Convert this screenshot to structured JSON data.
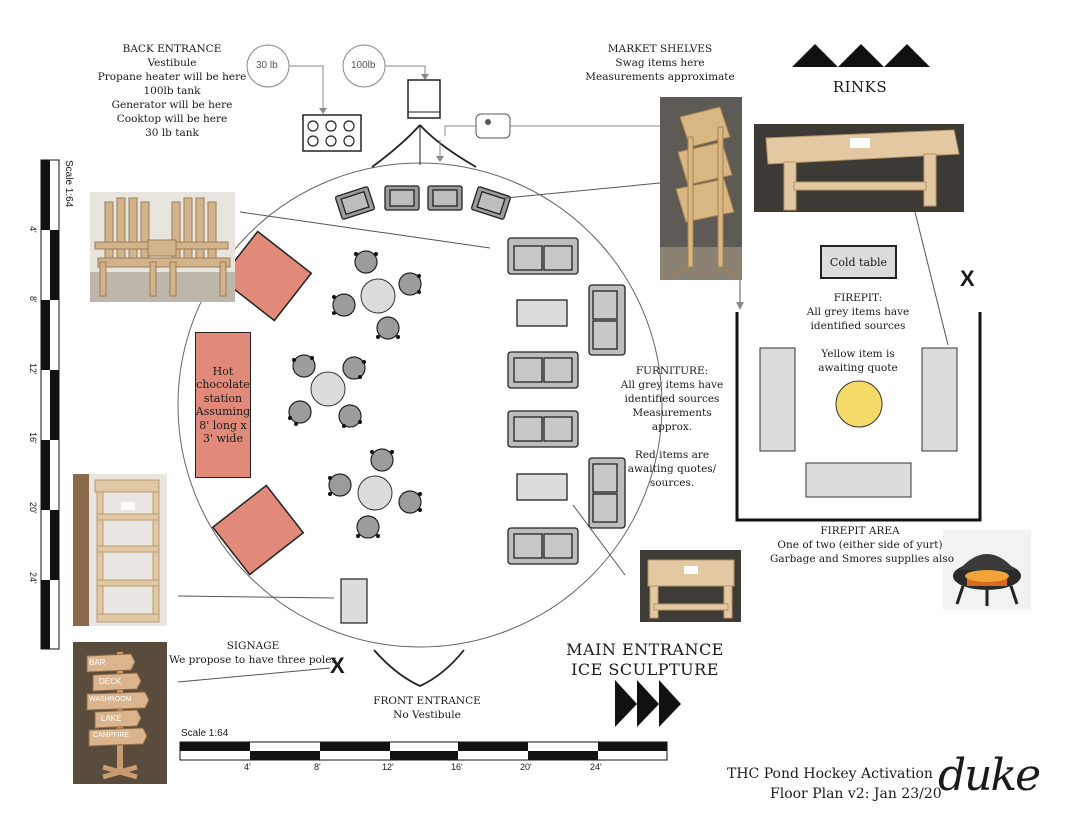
{
  "back_entrance": {
    "title": "BACK ENTRANCE",
    "lines": [
      "Vestibule",
      "Propane heater will be here",
      "100lb tank",
      "Generator will be here",
      "Cooktop will be here",
      "30 lb tank"
    ]
  },
  "tanks": {
    "small": "30 lb",
    "large": "100lb"
  },
  "market_shelves": {
    "title": "MARKET SHELVES",
    "lines": [
      "Swag items here",
      "Measurements approximate"
    ]
  },
  "rinks": {
    "title": "RINKS"
  },
  "hot_chocolate": {
    "lines": [
      "Hot",
      "chocolate",
      "station",
      "Assuming",
      "8' long x",
      "3' wide"
    ]
  },
  "furniture_note": {
    "title": "FURNITURE:",
    "lines": [
      "All grey items have",
      "identified sources",
      "Measurements",
      "approx.",
      "",
      "Red items are",
      "awaiting quotes/",
      "sources."
    ]
  },
  "cold_table": {
    "label": "Cold table"
  },
  "firepit": {
    "title": "FIREPIT:",
    "lines": [
      "All grey items have",
      "identified sources"
    ],
    "yellow_lines": [
      "Yellow item is",
      "awaiting quote"
    ]
  },
  "firepit_area": {
    "title": "FIREPIT AREA",
    "lines": [
      "One of two (either side of yurt)",
      "Garbage and Smores supplies also"
    ]
  },
  "signage": {
    "title": "SIGNAGE",
    "lines": [
      "We propose to have three poles"
    ]
  },
  "front_entrance": {
    "title": "FRONT ENTRANCE",
    "lines": [
      "No Vestibule"
    ]
  },
  "main_entrance": {
    "lines": [
      "MAIN ENTRANCE",
      "ICE SCULPTURE"
    ]
  },
  "marks": {
    "x": "X"
  },
  "scale": {
    "label": "Scale 1:64",
    "ticks": [
      "4'",
      "8'",
      "12'",
      "16'",
      "20'",
      "24'"
    ]
  },
  "sign_words": [
    "BAR",
    "DECK",
    "WASHROOM",
    "LAKE",
    "CAMPFIRE"
  ],
  "footer": {
    "title": "THC Pond Hockey Activation",
    "subtitle": "Floor Plan v2: Jan 23/20",
    "logo": "duke"
  },
  "colors": {
    "grey_item": "#cfcfcf",
    "red_item": "#e18a7a",
    "yellow_item": "#f5dc6a",
    "wood": "#c9a77c",
    "outline": "#222222"
  }
}
